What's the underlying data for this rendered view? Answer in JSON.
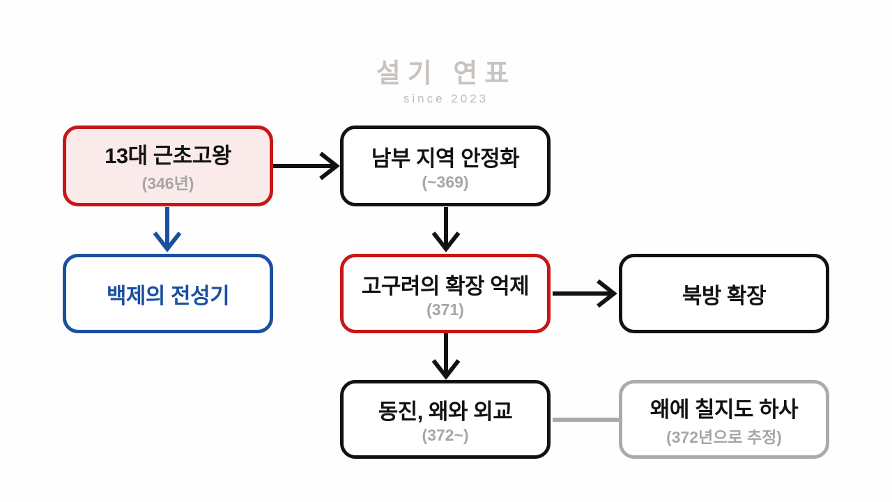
{
  "watermark": {
    "title": "설기 연표",
    "subtitle": "since 2023"
  },
  "colors": {
    "red": "#c81616",
    "red_fill": "#fbeaea",
    "blue": "#1b4fa0",
    "black": "#121212",
    "gray": "#a6a6a6",
    "gray_border": "#ababab",
    "gray_line": "#a9a9a9",
    "watermark": "#c9c3c0",
    "watermark_sub": "#bfb9b6"
  },
  "nodes": [
    {
      "id": "king",
      "label": "13대 근초고왕",
      "sublabel": "(346년)",
      "style": "red-filled"
    },
    {
      "id": "south",
      "label": "남부 지역 안정화",
      "sublabel": "(~369)",
      "style": "black"
    },
    {
      "id": "golden",
      "label": "백제의 전성기",
      "sublabel": "",
      "style": "blue"
    },
    {
      "id": "goguryeo",
      "label": "고구려의 확장 억제",
      "sublabel": "(371)",
      "style": "red"
    },
    {
      "id": "north",
      "label": "북방 확장",
      "sublabel": "",
      "style": "black"
    },
    {
      "id": "diplomacy",
      "label": "동진, 왜와 외교",
      "sublabel": "(372~)",
      "style": "black"
    },
    {
      "id": "sword",
      "label": "왜에 칠지도 하사",
      "sublabel": "(372년으로 추정)",
      "style": "gray"
    }
  ],
  "edges": [
    {
      "from": "13대 근초고왕",
      "to": "남부 지역 안정화",
      "type": "arrow",
      "color": "black"
    },
    {
      "from": "13대 근초고왕",
      "to": "백제의 전성기",
      "type": "arrow",
      "color": "blue"
    },
    {
      "from": "남부 지역 안정화",
      "to": "고구려의 확장 억제",
      "type": "arrow",
      "color": "black"
    },
    {
      "from": "고구려의 확장 억제",
      "to": "북방 확장",
      "type": "arrow",
      "color": "black"
    },
    {
      "from": "고구려의 확장 억제",
      "to": "동진, 왜와 외교",
      "type": "arrow",
      "color": "black"
    },
    {
      "from": "동진, 왜와 외교",
      "to": "왜에 칠지도 하사",
      "type": "line",
      "color": "gray"
    }
  ]
}
